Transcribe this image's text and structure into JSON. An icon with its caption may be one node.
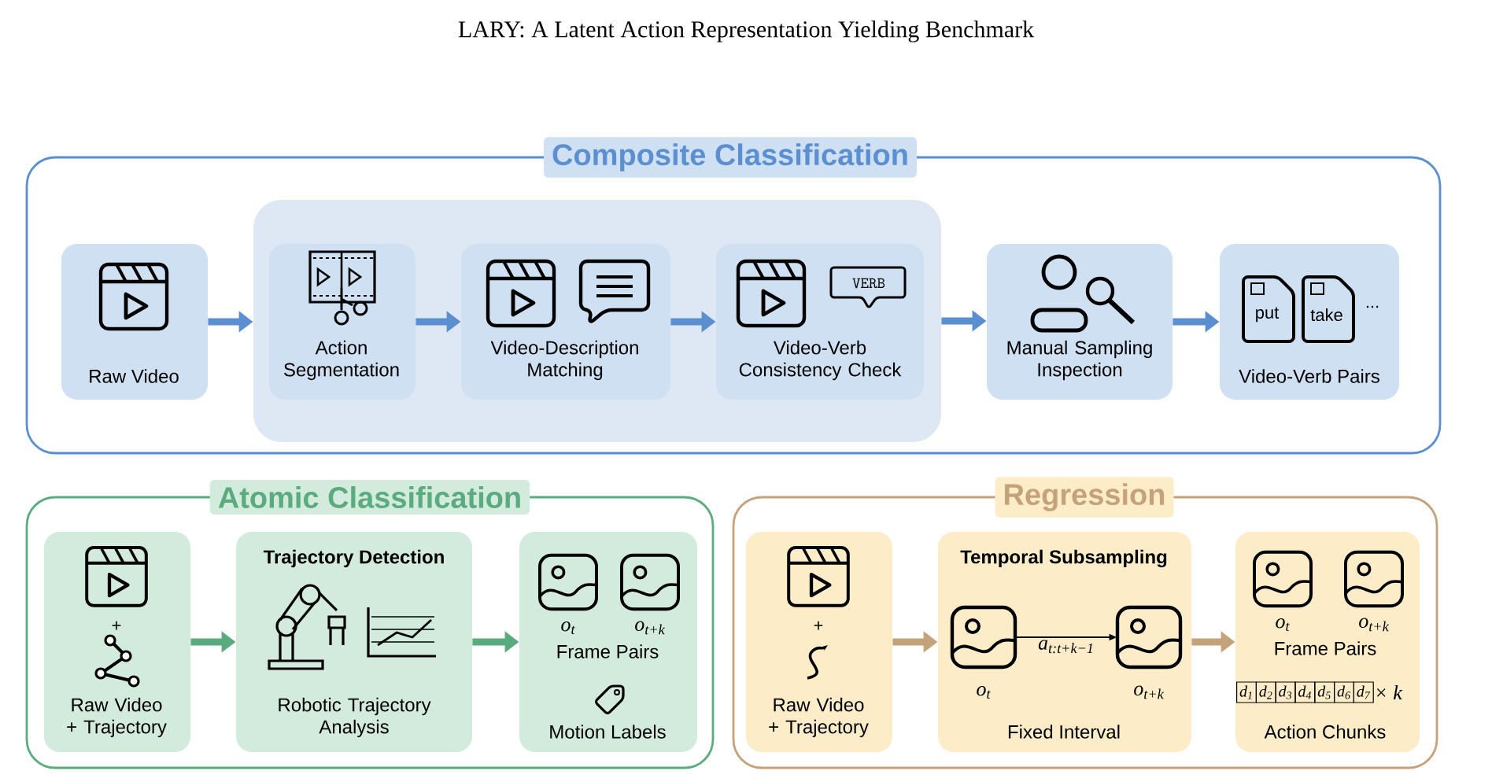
{
  "diagram": {
    "title": "LARY: A Latent Action Representation Yielding Benchmark",
    "nodes": [
      {
        "text": [
          "Composite Classification"
        ]
      },
      {
        "text": [
          "Raw Video"
        ],
        "in": 0
      },
      {
        "text": [],
        "shape": "box",
        "in": 0
      },
      {
        "text": [
          "Action Segmentation"
        ],
        "in": 2
      },
      {
        "text": [
          "Video-Description Matching"
        ],
        "in": 2
      },
      {
        "text": [
          "VERB",
          "Video-Verb Consistency Check"
        ],
        "in": 2
      },
      {
        "text": [
          "Manual Sampling Inspection"
        ],
        "in": 0
      },
      {
        "text": [
          "put",
          "take",
          "...",
          "Video-Verb Pairs"
        ],
        "in": 0
      },
      {
        "text": [
          "Atomic Classification"
        ]
      },
      {
        "text": [
          "+",
          "Raw Video + Trajectory"
        ],
        "in": 8
      },
      {
        "text": [
          "Trajectory Detection",
          "Robotic Trajectory Analysis"
        ],
        "in": 8
      },
      {
        "text": [
          "*o*$_{t}$",
          "*o*$_{t+k}$",
          "Frame Pairs",
          "Motion Labels"
        ],
        "in": 8
      },
      {
        "text": [
          "Regression"
        ]
      },
      {
        "text": [
          "+",
          "Raw Video + Trajectory"
        ],
        "in": 12
      },
      {
        "text": [
          "Temporal Subsampling",
          "Fixed Interval"
        ],
        "in": 12
      },
      {
        "text": [
          "*o*$_{t}$"
        ],
        "in": 14
      },
      {
        "text": [
          "*o*$_{t+k}$"
        ],
        "in": 14
      },
      {
        "text": [
          "*o*$_{t}$",
          "*o*$_{t+k}$",
          "Frame Pairs",
          "*d*$_{1}$",
          "*d*$_{2}$",
          "*d*$_{3}$",
          "*d*$_{4}$",
          "*d*$_{5}$",
          "*d*$_{6}$",
          "*d*$_{7}$",
          "× *k*",
          "Action Chunks"
        ],
        "in": 12
      }
    ],
    "edges": [
      {
        "from": 1,
        "to": 2,
        "arrow": "to"
      },
      {
        "from": 3,
        "to": 4,
        "arrow": "to"
      },
      {
        "from": 4,
        "to": 5,
        "arrow": "to"
      },
      {
        "from": 2,
        "to": 6,
        "arrow": "to"
      },
      {
        "from": 6,
        "to": 7,
        "arrow": "to"
      },
      {
        "from": 9,
        "to": 10,
        "arrow": "to",
        "color": "#5aab7e"
      },
      {
        "from": 10,
        "to": 11,
        "arrow": "to",
        "color": "#5aab7e"
      },
      {
        "from": 13,
        "to": 14,
        "arrow": "to",
        "color": "#c4a27a"
      },
      {
        "from": 15,
        "to": 16,
        "arrow": "to",
        "color": "#000000",
        "label": "*a*$_{t:t+k−1}$"
      },
      {
        "from": 14,
        "to": 17,
        "arrow": "to",
        "color": "#c4a27a"
      }
    ]
  }
}
